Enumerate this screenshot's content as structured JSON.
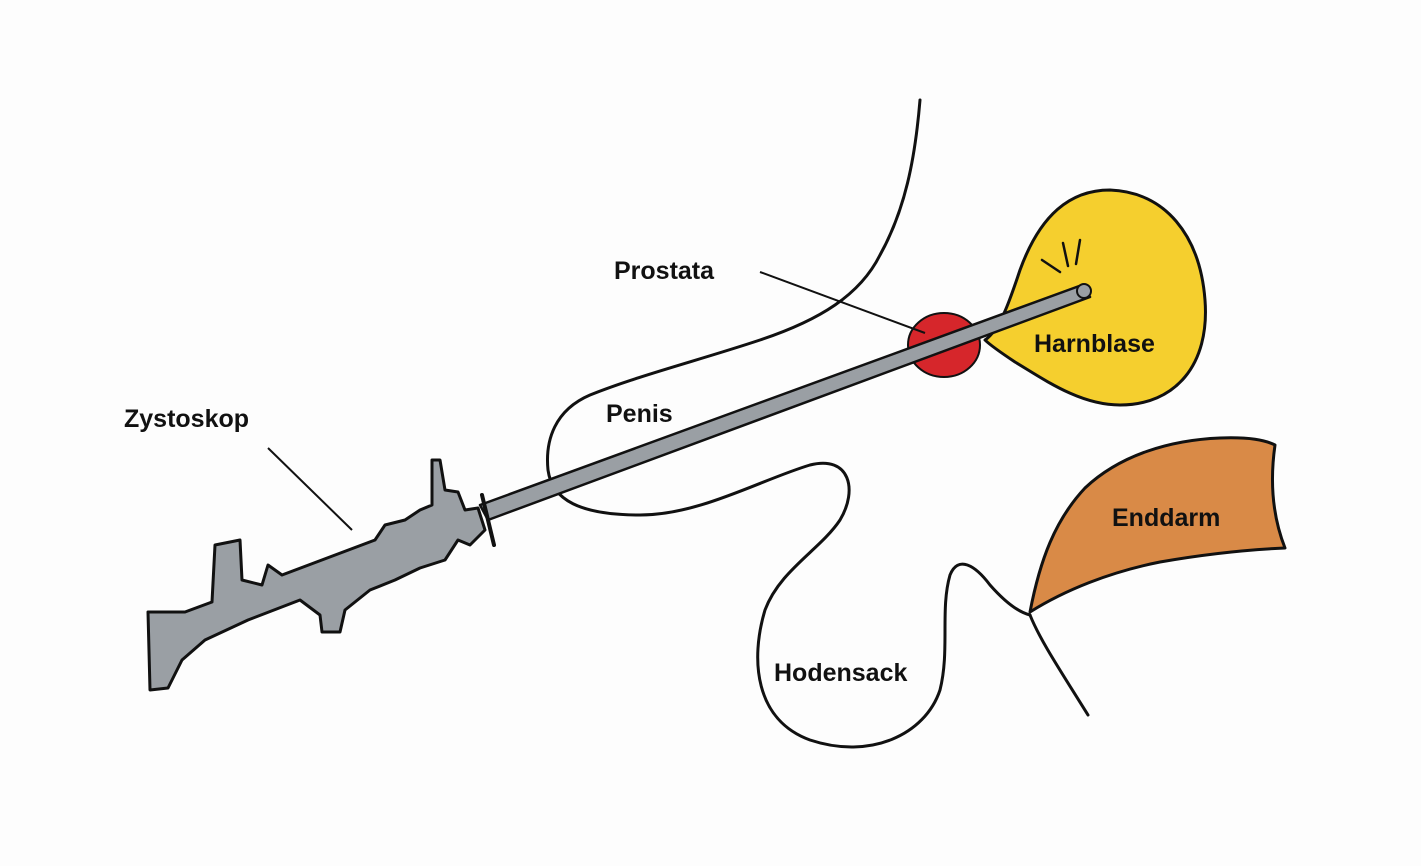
{
  "diagram": {
    "labels": {
      "prostata": "Prostata",
      "harnblase": "Harnblase",
      "penis": "Penis",
      "zystoskop": "Zystoskop",
      "enddarm": "Enddarm",
      "hodensack": "Hodensack"
    },
    "colors": {
      "background": "#fdfdfd",
      "outline": "#111111",
      "harnblase_fill": "#f5cf2e",
      "prostata_fill": "#d6262b",
      "enddarm_fill": "#d98a47",
      "zystoskop_fill": "#9a9fa4"
    }
  }
}
